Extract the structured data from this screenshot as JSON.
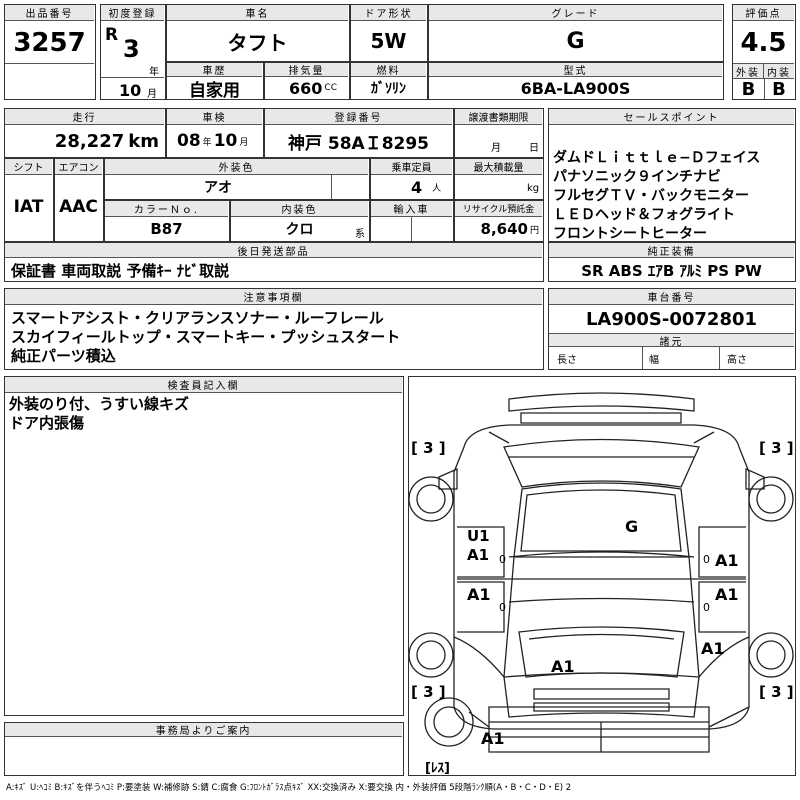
{
  "headers": {
    "lot_no": "出品番号",
    "first_reg": "初度登録",
    "car_name": "車名",
    "door": "ドア形状",
    "grade": "グレード",
    "score": "評価点",
    "history": "車歴",
    "displacement": "排気量",
    "fuel": "燃料",
    "model": "型式",
    "exterior": "外装",
    "interior": "内装",
    "mileage": "走行",
    "inspection": "車検",
    "plate": "登録番号",
    "transfer": "譲渡書類期限",
    "sales_points": "セールスポイント",
    "shift": "シフト",
    "ac": "エアコン",
    "color": "外装色",
    "capacity": "乗車定員",
    "max_load": "最大積載量",
    "color_no": "カラーＮｏ.",
    "int_color": "内装色",
    "import": "輸入車",
    "recycle": "リサイクル預託金",
    "parts": "後日発送部品",
    "genuine": "純正装備",
    "notes": "注意事項欄",
    "chassis": "車台番号",
    "dims": "諸元",
    "inspector": "検査員記入欄",
    "office": "事務局よりご案内"
  },
  "vehicle": {
    "lot_no": "3257",
    "era": "R",
    "year": "3",
    "year_unit": "年",
    "month": "10",
    "month_unit": "月",
    "car_name": "タフト",
    "door": "5W",
    "grade": "G",
    "score": "4.5",
    "history": "自家用",
    "displacement": "660",
    "displacement_unit": "CC",
    "fuel": "ｶﾞｿﾘﾝ",
    "model": "6BA-LA900S",
    "exterior": "B",
    "interior": "B",
    "mileage": "28,227",
    "mileage_unit": "km",
    "inspection_year": "08",
    "inspection_month": "10",
    "inspection_year_unit": "年",
    "inspection_month_unit": "月",
    "plate": "神戸 58AＩ8295",
    "transfer_month": "月",
    "transfer_day": "日",
    "shift": "IAT",
    "ac": "AAC",
    "color": "アオ",
    "capacity": "4",
    "capacity_unit": "人",
    "max_load_unit": "kg",
    "color_no": "B87",
    "int_color": "クロ",
    "int_color_unit": "系",
    "recycle": "8,640",
    "recycle_unit": "円"
  },
  "sales_points": [
    "ダムドＬｉｔｔｌｅ−Ｄフェイス",
    "パナソニック９インチナビ",
    "フルセグＴＶ・バックモニター",
    "ＬＥＤヘッド＆フォグライト",
    "フロントシートヒーター"
  ],
  "parts": "保証書 車両取説 予備ｷｰ ﾅﾋﾞ取説",
  "genuine": "SR ABS ｴｱB ｱﾙﾐ PS PW",
  "notes": [
    "スマートアシスト・クリアランスソナー・ルーフレール",
    "スカイフィールトップ・スマートキー・プッシュスタート",
    "純正パーツ積込"
  ],
  "chassis": "LA900S-0072801",
  "dims": {
    "length": "長さ",
    "width": "幅",
    "height": "高さ"
  },
  "inspector_notes": [
    "外装のり付、うすい線キズ",
    "ドア内張傷"
  ],
  "diagram": {
    "tire_fl": "[ 3 ]",
    "tire_fr": "[ 3 ]",
    "tire_rl": "[ 3 ]",
    "tire_rr": "[ 3 ]",
    "spare": "[ﾚｽ]",
    "roof": "G",
    "front_left": "U1\nA1",
    "left_front_zero": "0",
    "front_right": "A1",
    "right_front_zero": "0",
    "rear_left": "A1",
    "left_rear_zero": "0",
    "rear_right": "A1",
    "right_rear_zero": "0",
    "right_quarter": "A1",
    "rear_center": "A1",
    "bottom_left": "A1"
  },
  "legend": "A:ｷｽﾞ U:ﾍｺﾐ B:ｷｽﾞを伴うﾍｺﾐ P:要塗装 W:補修跡 S:錆 C:腐食 G:ﾌﾛﾝﾄｶﾞﾗｽ点ｷｽﾞ XX:交換済み X:要交換 内・外装評価 5段階ﾗﾝｸ順(A・B・C・D・E) 2"
}
